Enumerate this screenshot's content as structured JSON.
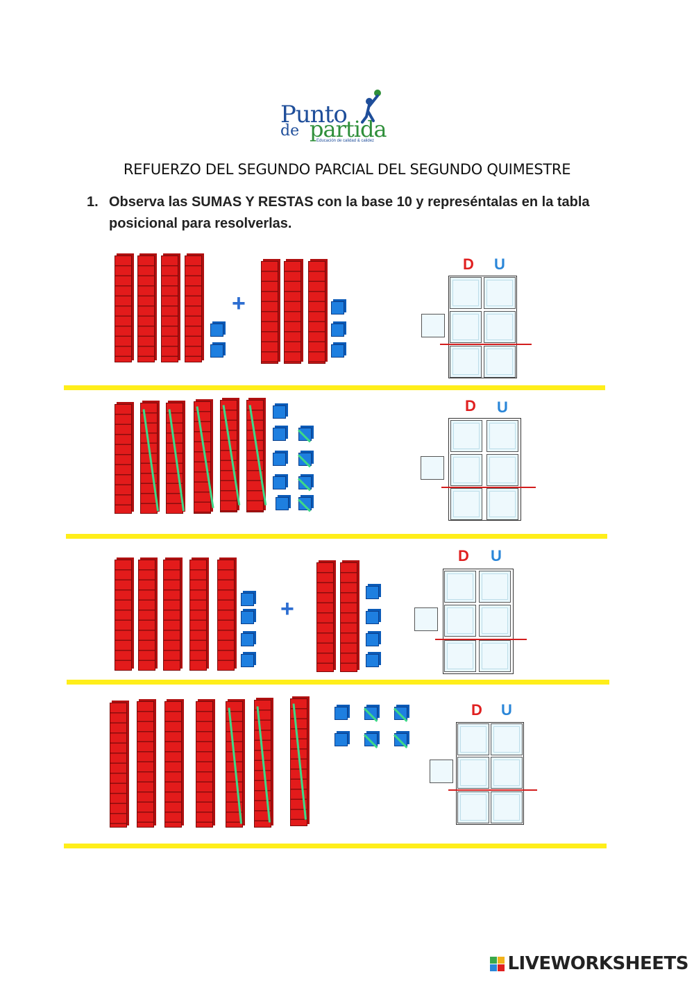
{
  "logo": {
    "word1": "Punto",
    "word2": "de",
    "word3": "partida",
    "tagline": "Educación de calidad & calidez"
  },
  "title": "REFUERZO DEL SEGUNDO PARCIAL DEL SEGUNDO QUIMESTRE",
  "instruction": {
    "number": "1.",
    "text_plain1": "Observa las ",
    "text_bold": "SUMAS Y RESTAS",
    "text_plain2": " con la base 10 y represéntalas en la tabla posicional para resolverlas."
  },
  "exercises": [
    {
      "operation": "sum",
      "group1": {
        "tens": 4,
        "units": 2
      },
      "group2": {
        "tens": 3,
        "units": 3
      },
      "place_headers": [
        "D",
        "U"
      ]
    },
    {
      "operation": "subtraction",
      "tens": 6,
      "units": 9,
      "crossed_tens": 5,
      "crossed_units": 4,
      "place_headers": [
        "D",
        "U"
      ]
    },
    {
      "operation": "sum",
      "group1": {
        "tens": 5,
        "units": 4
      },
      "group2": {
        "tens": 2,
        "units": 4
      },
      "place_headers": [
        "D",
        "U"
      ]
    },
    {
      "operation": "subtraction",
      "tens": 7,
      "units": 6,
      "crossed_tens": 3,
      "crossed_units": 4,
      "place_headers": [
        "D",
        "U"
      ]
    }
  ],
  "plus_symbol": "+",
  "colors": {
    "tens_rod": "#e31b1b",
    "unit_cube": "#1e7fe0",
    "separator": "#ffee1a",
    "strike": "#3ed988",
    "D": "#e02020",
    "U": "#2a86d8"
  },
  "footer": {
    "brand": "LIVEWORKSHEETS"
  }
}
